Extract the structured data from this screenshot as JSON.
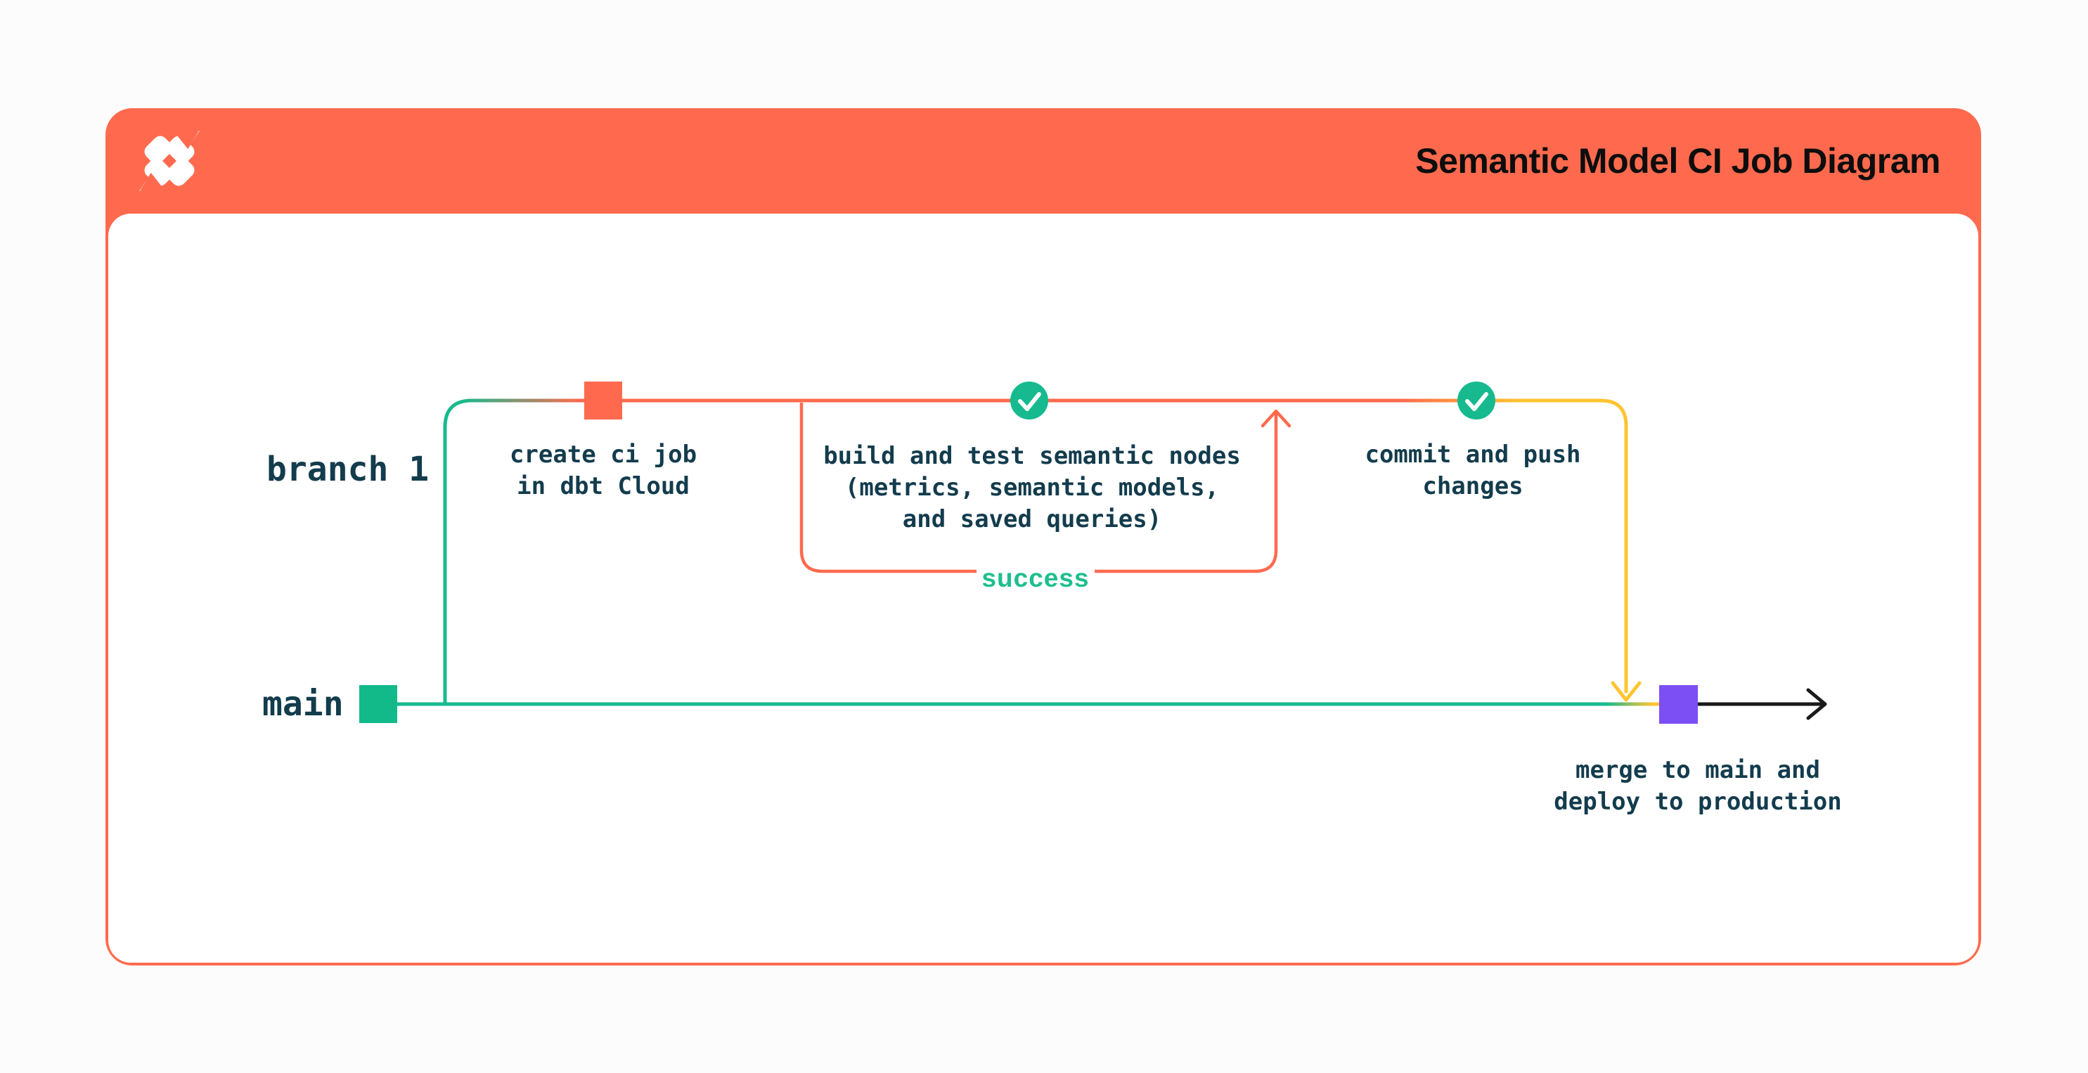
{
  "header": {
    "title": "Semantic Model CI Job Diagram",
    "logo": "dbt-logo",
    "background_color": "#FF6A4E"
  },
  "diagram": {
    "branches": [
      {
        "id": "branch-1",
        "label": "branch 1"
      },
      {
        "id": "main",
        "label": "main"
      }
    ],
    "nodes": {
      "create_ci_job": {
        "lines": [
          "create ci job",
          "in dbt Cloud"
        ]
      },
      "build_test": {
        "lines": [
          "build and test semantic nodes",
          "(metrics, semantic models,",
          "and saved queries)"
        ]
      },
      "commit_push": {
        "lines": [
          "commit and push",
          "changes"
        ]
      },
      "merge_deploy": {
        "lines": [
          "merge to main and",
          "deploy to production"
        ]
      }
    },
    "loop_label": "success",
    "colors": {
      "orange": "#FF6A4E",
      "green": "#16BA8E",
      "green_square": "#12B989",
      "yellow": "#FFC42F",
      "purple": "#7C4FF5",
      "dark_text": "#133C4D",
      "success_text": "#1FBE8F",
      "black_arrow": "#1A1A1A"
    }
  }
}
